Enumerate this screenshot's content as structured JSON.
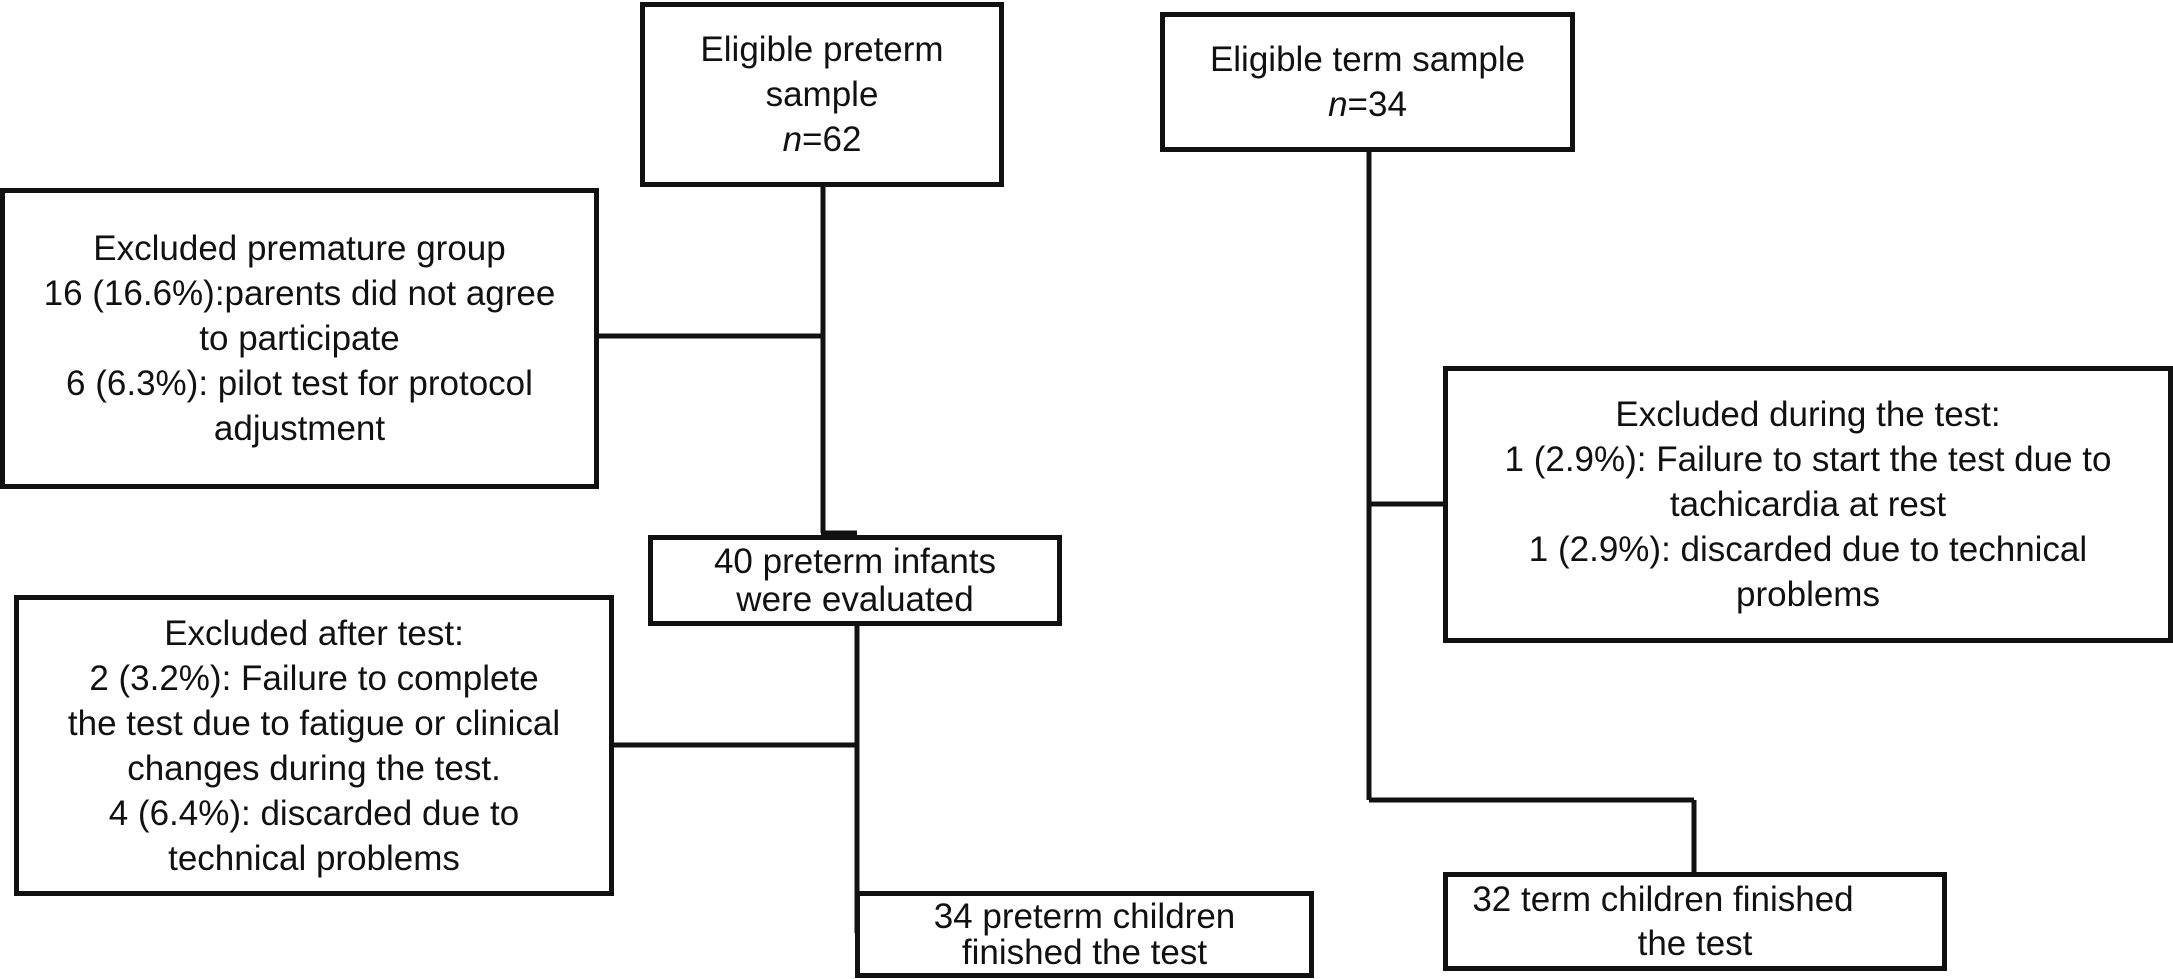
{
  "preterm_sample": {
    "line1": "Eligible preterm",
    "line2": "sample",
    "n_label": "n",
    "n_value": "=62"
  },
  "term_sample": {
    "line1": "Eligible term sample",
    "n_label": "n",
    "n_value": "=34"
  },
  "excluded_premature": {
    "lines": [
      "Excluded premature group",
      "16 (16.6%):parents did not agree",
      "to participate",
      "6 (6.3%): pilot test for protocol",
      "adjustment"
    ]
  },
  "preterm_evaluated": {
    "lines": [
      "40 preterm infants",
      "were evaluated"
    ]
  },
  "excluded_after_test": {
    "lines": [
      "Excluded after test:",
      "2 (3.2%): Failure to complete",
      "the test due to fatigue or clinical",
      "changes during the test.",
      "4 (6.4%): discarded due to",
      "technical problems"
    ]
  },
  "preterm_finished": {
    "lines": [
      "34 preterm children",
      "finished the test"
    ]
  },
  "excluded_during_test": {
    "lines": [
      "Excluded during the test:",
      "1 (2.9%): Failure to start the test due to",
      "tachicardia at rest",
      "1 (2.9%): discarded due to technical",
      "problems"
    ]
  },
  "term_finished": {
    "lines": [
      "32 term children finished",
      "the test"
    ]
  }
}
